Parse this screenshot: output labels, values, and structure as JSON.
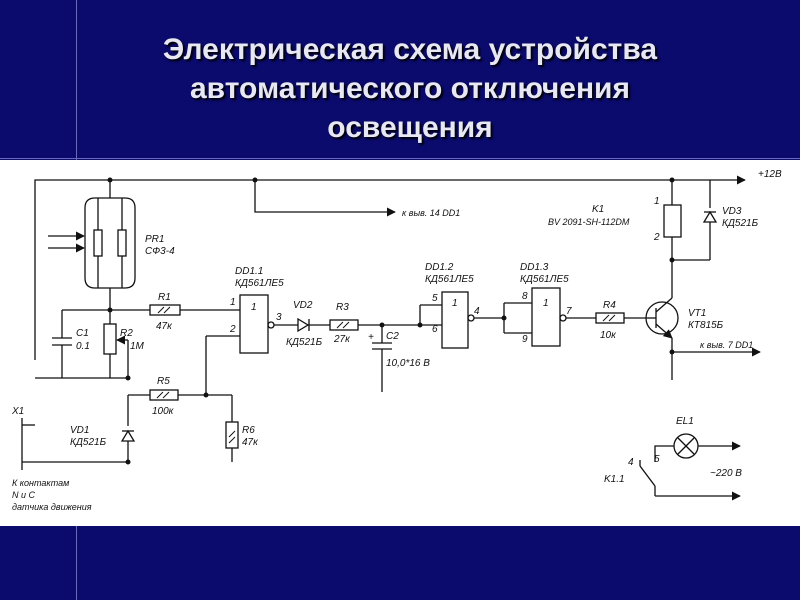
{
  "slide": {
    "title": "Электрическая схема устройства\nавтоматического отключения\nосвещения"
  },
  "diagram": {
    "labels": {
      "supply": "+12В",
      "to_dd1_14": "к выв. 14 DD1",
      "to_dd1_7": "к выв. 7 DD1",
      "pr1_name": "PR1",
      "pr1_type": "СФ3-4",
      "r1_name": "R1",
      "r1_val": "47к",
      "r2_name": "R2",
      "r2_val": "1М",
      "c1_name": "C1",
      "c1_val": "0.1",
      "dd11_name": "DD1.1",
      "dd11_type": "КД561ЛЕ5",
      "dd12_name": "DD1.2",
      "dd12_type": "КД561ЛЕ5",
      "dd13_name": "DD1.3",
      "dd13_type": "КД561ЛЕ5",
      "vd2_name": "VD2",
      "vd2_type": "КД521Б",
      "r3_name": "R3",
      "r3_val": "27к",
      "c2_name": "C2",
      "c2_val": "10,0*16 В",
      "r4_name": "R4",
      "r4_val": "10к",
      "vt1_name": "VT1",
      "vt1_type": "КТ815Б",
      "k1_name": "K1",
      "k1_type": "BV 2091-SH-112DM",
      "vd3_name": "VD3",
      "vd3_type": "КД521Б",
      "r5_name": "R5",
      "r5_val": "100к",
      "r6_name": "R6",
      "r6_val": "47к",
      "vd1_name": "VD1",
      "vd1_type": "КД521Б",
      "x1_name": "X1",
      "sensor_note_1": "К контактам",
      "sensor_note_2": "N и С",
      "sensor_note_3": "датчика движения",
      "el1_name": "EL1",
      "mains": "~220 В",
      "k11_name": "K1.1",
      "gate_symbol": "1",
      "pin_1": "1",
      "pin_2": "2",
      "pin_3": "3",
      "pin_4": "4",
      "pin_5": "5",
      "pin_6": "6",
      "pin_7": "7",
      "pin_8": "8",
      "pin_9": "9",
      "coil_pin_1": "1",
      "coil_pin_2": "2",
      "sw_pin_4": "4",
      "sw_pin_5": "5",
      "c2_plus": "+"
    }
  }
}
